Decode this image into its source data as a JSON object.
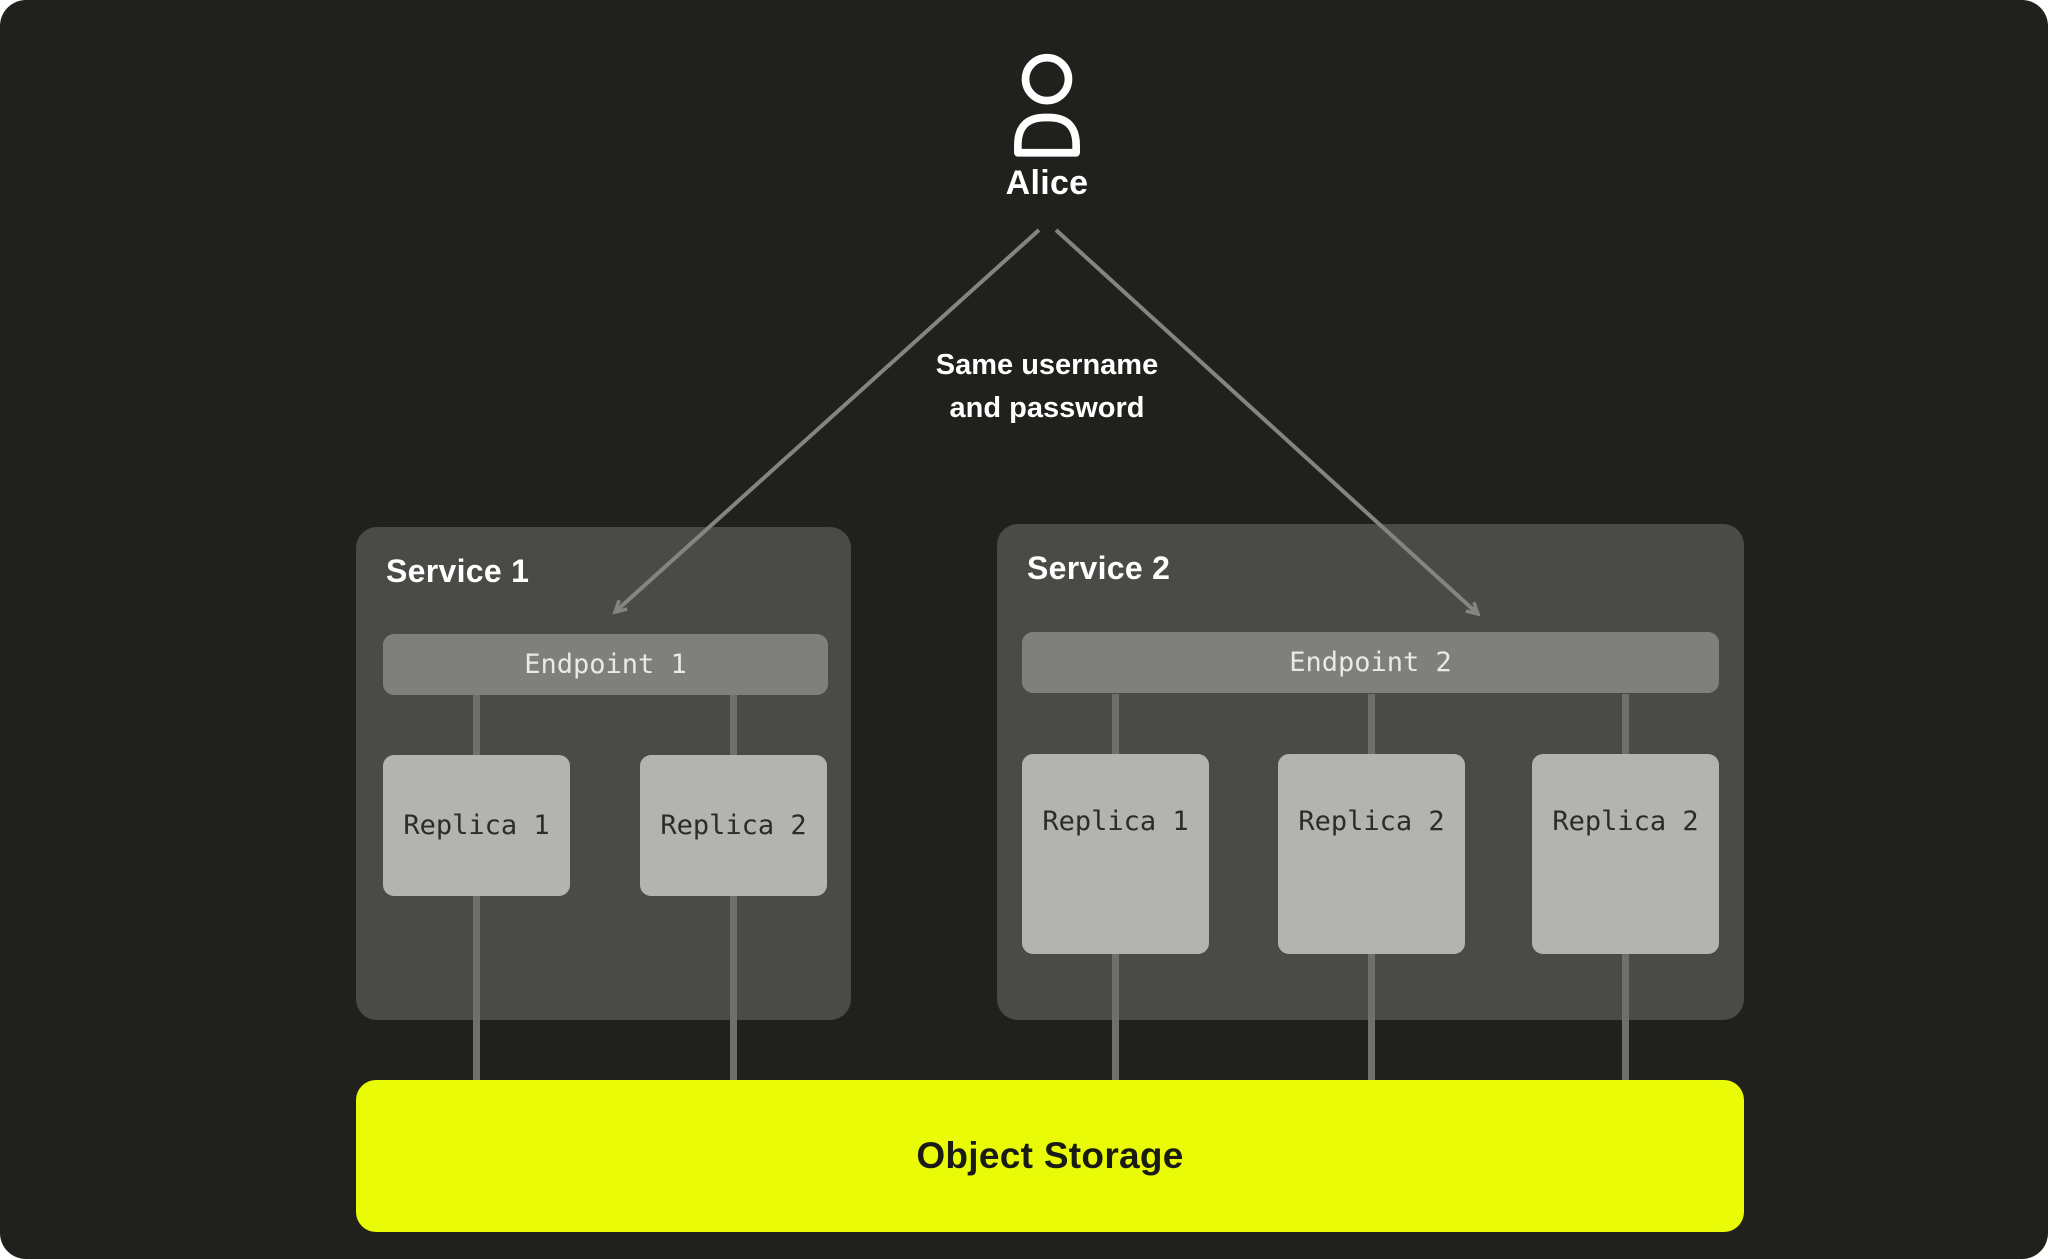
{
  "colors": {
    "canvas_background": "#20211c",
    "page_background": "#ffffff",
    "service_box": "#4a4b47",
    "endpoint_bar": "#7f807b",
    "replica_box": "#b3b4b0",
    "storage_background": "#e9fb06",
    "storage_text": "#1a1b14",
    "connector_line": "#6f7069",
    "arrow": "#84857f",
    "title_text": "#ffffff"
  },
  "user": {
    "name": "Alice",
    "icon": "person-icon"
  },
  "annotation": {
    "line1": "Same username",
    "line2": "and password"
  },
  "services": [
    {
      "title": "Service 1",
      "endpoint": "Endpoint 1",
      "replicas": [
        "Replica 1",
        "Replica 2"
      ]
    },
    {
      "title": "Service 2",
      "endpoint": "Endpoint 2",
      "replicas": [
        "Replica 1",
        "Replica 2",
        "Replica 2"
      ]
    }
  ],
  "storage": {
    "label": "Object Storage"
  }
}
